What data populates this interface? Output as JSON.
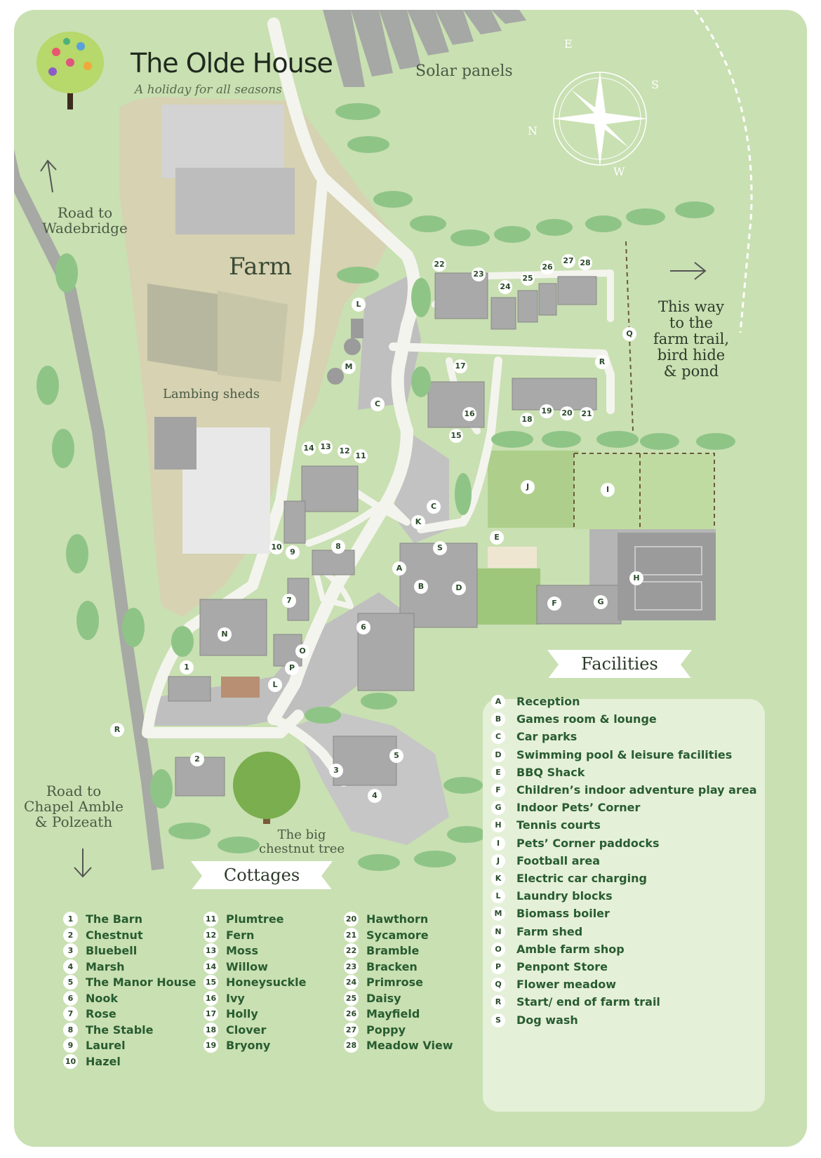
{
  "header": {
    "title": "The Olde House",
    "tagline": "A holiday for all seasons"
  },
  "map_labels": {
    "solar_panels": "Solar panels",
    "farm": "Farm",
    "lambing_sheds": "Lambing sheds",
    "road_wadebridge": [
      "Road to",
      "Wadebridge"
    ],
    "road_chapel_amble": [
      "Road to",
      "Chapel Amble",
      "& Polzeath"
    ],
    "farm_trail": [
      "This way",
      "to the",
      "farm trail,",
      "bird hide",
      "& pond"
    ],
    "chestnut_tree": [
      "The big",
      "chestnut tree"
    ]
  },
  "compass": {
    "n": "N",
    "e": "E",
    "s": "S",
    "w": "W"
  },
  "colors": {
    "background": "#c9e0b2",
    "road": "#f4f4ee",
    "building": "#a9a9a9",
    "car_park": "#bfbfbf",
    "farmland": "#d6d2b2",
    "bush": "#8fc487",
    "text_green": "#285c30"
  },
  "markers": {
    "letters": [
      "A",
      "B",
      "C",
      "C",
      "D",
      "E",
      "F",
      "G",
      "H",
      "I",
      "J",
      "K",
      "L",
      "L",
      "M",
      "N",
      "O",
      "P",
      "Q",
      "R",
      "R",
      "S"
    ],
    "numbers": [
      "1",
      "2",
      "3",
      "4",
      "5",
      "6",
      "7",
      "8",
      "9",
      "10",
      "11",
      "12",
      "13",
      "14",
      "15",
      "16",
      "17",
      "18",
      "19",
      "20",
      "21",
      "22",
      "23",
      "24",
      "25",
      "26",
      "27",
      "28"
    ]
  },
  "facilities": {
    "heading": "Facilities",
    "items": [
      {
        "letter": "A",
        "name": "Reception"
      },
      {
        "letter": "B",
        "name": "Games room & lounge"
      },
      {
        "letter": "C",
        "name": "Car parks"
      },
      {
        "letter": "D",
        "name": "Swimming pool & leisure facilities"
      },
      {
        "letter": "E",
        "name": "BBQ Shack"
      },
      {
        "letter": "F",
        "name": "Children’s indoor adventure play area"
      },
      {
        "letter": "G",
        "name": "Indoor Pets’ Corner"
      },
      {
        "letter": "H",
        "name": "Tennis courts"
      },
      {
        "letter": "I",
        "name": "Pets’ Corner paddocks"
      },
      {
        "letter": "J",
        "name": "Football area"
      },
      {
        "letter": "K",
        "name": "Electric car charging"
      },
      {
        "letter": "L",
        "name": "Laundry blocks"
      },
      {
        "letter": "M",
        "name": "Biomass boiler"
      },
      {
        "letter": "N",
        "name": "Farm shed"
      },
      {
        "letter": "O",
        "name": "Amble farm shop"
      },
      {
        "letter": "P",
        "name": "Penpont Store"
      },
      {
        "letter": "Q",
        "name": "Flower meadow"
      },
      {
        "letter": "R",
        "name": "Start/ end of farm trail"
      },
      {
        "letter": "S",
        "name": "Dog wash"
      }
    ]
  },
  "cottages": {
    "heading": "Cottages",
    "items": [
      {
        "num": "1",
        "name": "The Barn"
      },
      {
        "num": "2",
        "name": "Chestnut"
      },
      {
        "num": "3",
        "name": "Bluebell"
      },
      {
        "num": "4",
        "name": "Marsh"
      },
      {
        "num": "5",
        "name": "The Manor House"
      },
      {
        "num": "6",
        "name": "Nook"
      },
      {
        "num": "7",
        "name": "Rose"
      },
      {
        "num": "8",
        "name": "The Stable"
      },
      {
        "num": "9",
        "name": "Laurel"
      },
      {
        "num": "10",
        "name": "Hazel"
      },
      {
        "num": "11",
        "name": "Plumtree"
      },
      {
        "num": "12",
        "name": "Fern"
      },
      {
        "num": "13",
        "name": "Moss"
      },
      {
        "num": "14",
        "name": "Willow"
      },
      {
        "num": "15",
        "name": "Honeysuckle"
      },
      {
        "num": "16",
        "name": "Ivy"
      },
      {
        "num": "17",
        "name": "Holly"
      },
      {
        "num": "18",
        "name": "Clover"
      },
      {
        "num": "19",
        "name": "Bryony"
      },
      {
        "num": "20",
        "name": "Hawthorn"
      },
      {
        "num": "21",
        "name": "Sycamore"
      },
      {
        "num": "22",
        "name": "Bramble"
      },
      {
        "num": "23",
        "name": "Bracken"
      },
      {
        "num": "24",
        "name": "Primrose"
      },
      {
        "num": "25",
        "name": "Daisy"
      },
      {
        "num": "26",
        "name": "Mayfield"
      },
      {
        "num": "27",
        "name": "Poppy"
      },
      {
        "num": "28",
        "name": "Meadow View"
      }
    ]
  }
}
